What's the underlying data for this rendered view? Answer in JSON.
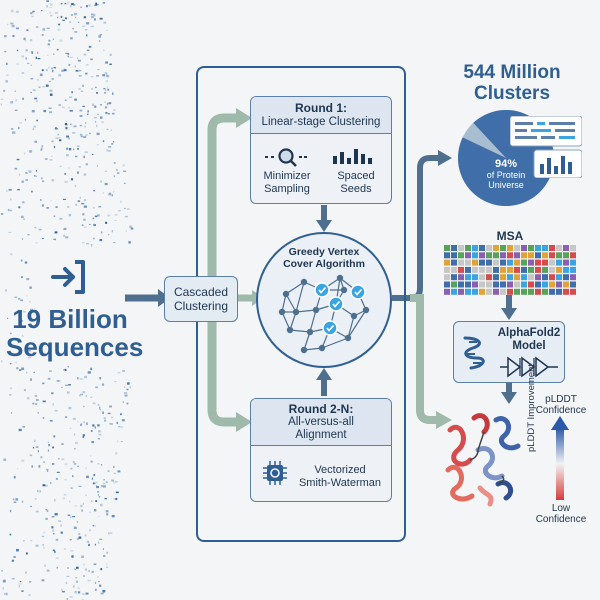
{
  "left": {
    "line1": "19 Billion",
    "line2": "Sequences"
  },
  "cascade": {
    "line1": "Cascaded",
    "line2": "Clustering"
  },
  "round1": {
    "title": "Round 1:",
    "subtitle": "Linear-stage Clustering",
    "item1_line1": "Minimizer",
    "item1_line2": "Sampling",
    "item2_line1": "Spaced",
    "item2_line2": "Seeds"
  },
  "greedy": {
    "line1": "Greedy Vertex",
    "line2": "Cover Algorithm"
  },
  "round2": {
    "title": "Round 2-N:",
    "line1": "All-versus-all",
    "line2": "Alignment",
    "item_line1": "Vectorized",
    "item_line2": "Smith-Waterman"
  },
  "clusters": {
    "line1": "544 Million",
    "line2": "Clusters",
    "pie_value": 94,
    "pie_pct": "94%",
    "pie_text1": "of Protein",
    "pie_text2": "Universe"
  },
  "msa": {
    "label": "MSA"
  },
  "af2": {
    "line1": "AlphaFold2",
    "line2": "Model"
  },
  "confidence": {
    "high_line1": "pLDDT",
    "high_line2": "Confidence",
    "axis": "pLDDT Improvement",
    "low_line1": "Low",
    "low_line2": "Confidence"
  },
  "colors": {
    "accent": "#2f5f92",
    "arrow_green": "#9fb9ab",
    "arrow_blue": "#4f6f8f",
    "node": "#3aa5e0"
  }
}
